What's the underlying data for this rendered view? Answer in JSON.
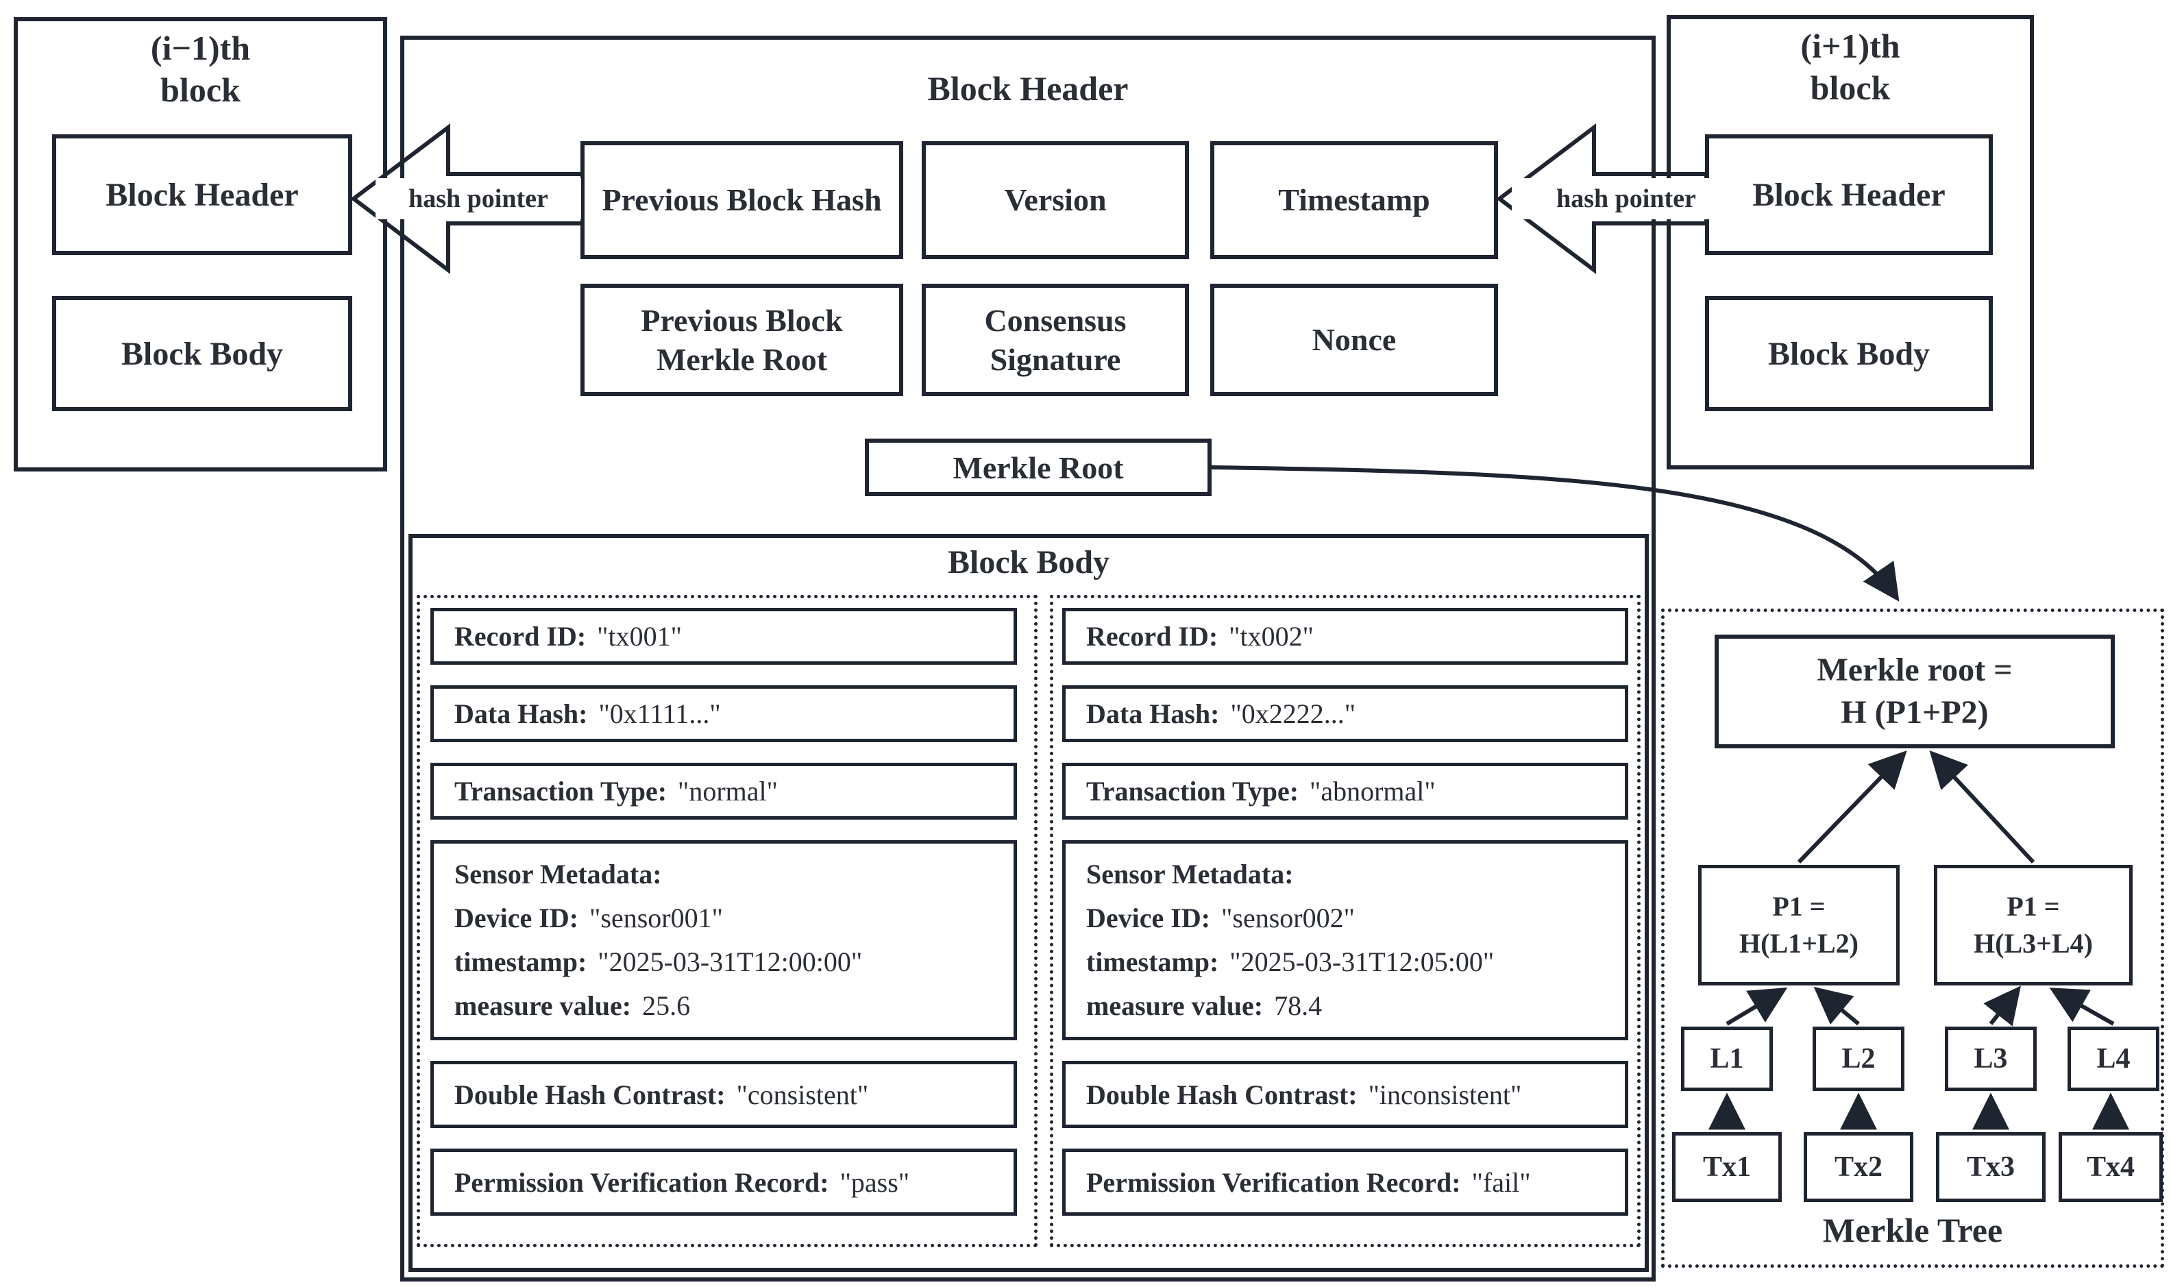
{
  "prev_block": {
    "title_line1": "(i−1)th",
    "title_line2": "block",
    "header_label": "Block Header",
    "body_label": "Block Body"
  },
  "next_block": {
    "title_line1": "(i+1)th",
    "title_line2": "block",
    "header_label": "Block Header",
    "body_label": "Block Body"
  },
  "hash_pointers": {
    "left_label": "hash pointer",
    "right_label": "hash pointer"
  },
  "block_header": {
    "title": "Block Header",
    "cells": [
      {
        "label": "Previous Block Hash"
      },
      {
        "label": "Version"
      },
      {
        "label": "Timestamp"
      },
      {
        "label": "Previous Block Merkle Root"
      },
      {
        "label": "Consensus Signature"
      },
      {
        "label": "Nonce"
      }
    ]
  },
  "merkle_root_pointer": {
    "label": "Merkle Root"
  },
  "block_body": {
    "title": "Block Body",
    "field_labels": {
      "record_id": "Record ID:",
      "data_hash": "Data Hash:",
      "transaction_type": "Transaction Type:",
      "sensor_metadata": "Sensor Metadata:",
      "device_id": "Device ID:",
      "timestamp": "timestamp:",
      "measure_value": "measure value:",
      "double_hash": "Double Hash Contrast:",
      "permission": "Permission Verification Record:"
    },
    "records": [
      {
        "record_id": "\"tx001\"",
        "data_hash": "\"0x1111...\"",
        "transaction_type": "\"normal\"",
        "device_id": "\"sensor001\"",
        "timestamp": "\"2025-03-31T12:00:00\"",
        "measure_value": "25.6",
        "double_hash": "\"consistent\"",
        "permission": "\"pass\""
      },
      {
        "record_id": "\"tx002\"",
        "data_hash": "\"0x2222...\"",
        "transaction_type": "\"abnormal\"",
        "device_id": "\"sensor002\"",
        "timestamp": "\"2025-03-31T12:05:00\"",
        "measure_value": "78.4",
        "double_hash": "\"inconsistent\"",
        "permission": "\"fail\""
      }
    ]
  },
  "merkle_tree": {
    "root_line1": "Merkle root =",
    "root_line2": "H (P1+P2)",
    "parents": [
      {
        "line1": "P1 =",
        "line2": "H(L1+L2)"
      },
      {
        "line1": "P1 =",
        "line2": "H(L3+L4)"
      }
    ],
    "leaves": [
      "L1",
      "L2",
      "L3",
      "L4"
    ],
    "transactions": [
      "Tx1",
      "Tx2",
      "Tx3",
      "Tx4"
    ],
    "caption": "Merkle Tree"
  },
  "colors": {
    "line": "#1e2530",
    "background": "#ffffff"
  }
}
